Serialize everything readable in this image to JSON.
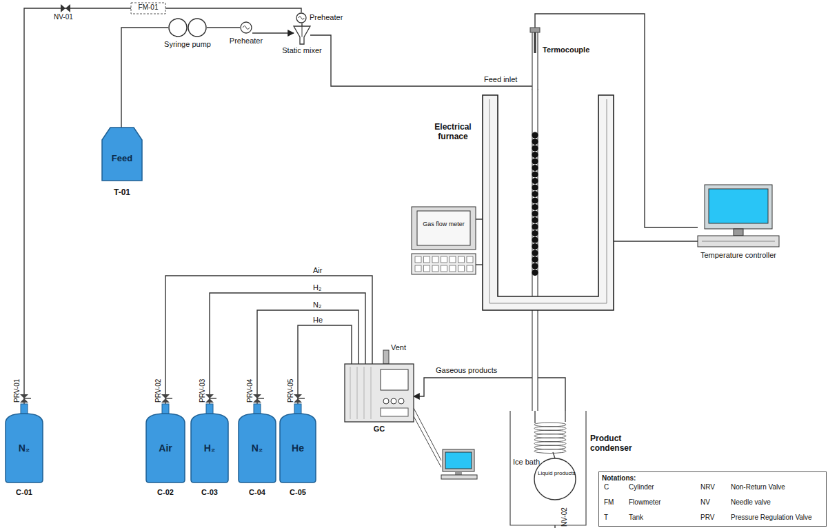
{
  "diagram": {
    "nodes": [
      {
        "text": [
          "Feed",
          "T-01"
        ]
      },
      {
        "text": [
          "Syringe pump"
        ]
      },
      {
        "text": [
          "Preheater"
        ]
      },
      {
        "text": [
          "Preheater"
        ]
      },
      {
        "text": [
          "Static mixer"
        ]
      },
      {
        "text": [
          "Electrical furnace"
        ]
      },
      {
        "text": [
          "Gas flow meter"
        ]
      },
      {
        "text": [
          "Temperature controller"
        ]
      },
      {
        "text": [
          "N₂",
          "C-01"
        ]
      },
      {
        "text": [
          "Air",
          "C-02"
        ]
      },
      {
        "text": [
          "H₂",
          "C-03"
        ]
      },
      {
        "text": [
          "N₂",
          "C-04"
        ]
      },
      {
        "text": [
          "He",
          "C-05"
        ]
      },
      {
        "text": [
          "GC"
        ]
      },
      {
        "text": [
          "Product condenser"
        ]
      },
      {
        "text": [
          "Notations:"
        ]
      }
    ],
    "edges": [
      {
        "from": 8,
        "to": 3,
        "arrow": "none"
      },
      {
        "from": 3,
        "to": 4,
        "arrow": "none"
      },
      {
        "from": 0,
        "to": 1,
        "arrow": "none"
      },
      {
        "from": 1,
        "to": 2,
        "arrow": "none"
      },
      {
        "from": 2,
        "to": 4,
        "arrow": "to"
      },
      {
        "from": 4,
        "to": 5,
        "label": "Feed inlet",
        "arrow": "to"
      },
      {
        "from": 5,
        "to": 14,
        "arrow": "none"
      },
      {
        "from": 14,
        "to": 13,
        "label": "Gaseous products",
        "arrow": "to"
      },
      {
        "from": 9,
        "to": 13,
        "label": "Air",
        "arrow": "none"
      },
      {
        "from": 10,
        "to": 13,
        "label": "H₂",
        "arrow": "none"
      },
      {
        "from": 11,
        "to": 13,
        "label": "N₂",
        "arrow": "none"
      },
      {
        "from": 12,
        "to": 13,
        "label": "He",
        "arrow": "none"
      },
      {
        "from": 5,
        "to": 7,
        "arrow": "none"
      },
      {
        "from": 5,
        "to": 7,
        "arrow": "none"
      },
      {
        "from": 6,
        "to": 5,
        "arrow": "none"
      },
      {
        "from": 6,
        "to": 5,
        "arrow": "none"
      }
    ],
    "labels": [
      "NV-01",
      "FM-01",
      "Termocouple",
      "PRV-01",
      "PRV-02",
      "PRV-03",
      "PRV-04",
      "PRV-05",
      "Vent",
      "Ice bath",
      "Liquid products",
      "NV-02",
      "C",
      "Cylinder",
      "NRV",
      "Non-Return Valve",
      "FM",
      "Flowmeter",
      "NV",
      "Needle valve",
      "T",
      "Tank",
      "PRV",
      "Pressure Regulation Valve"
    ]
  }
}
